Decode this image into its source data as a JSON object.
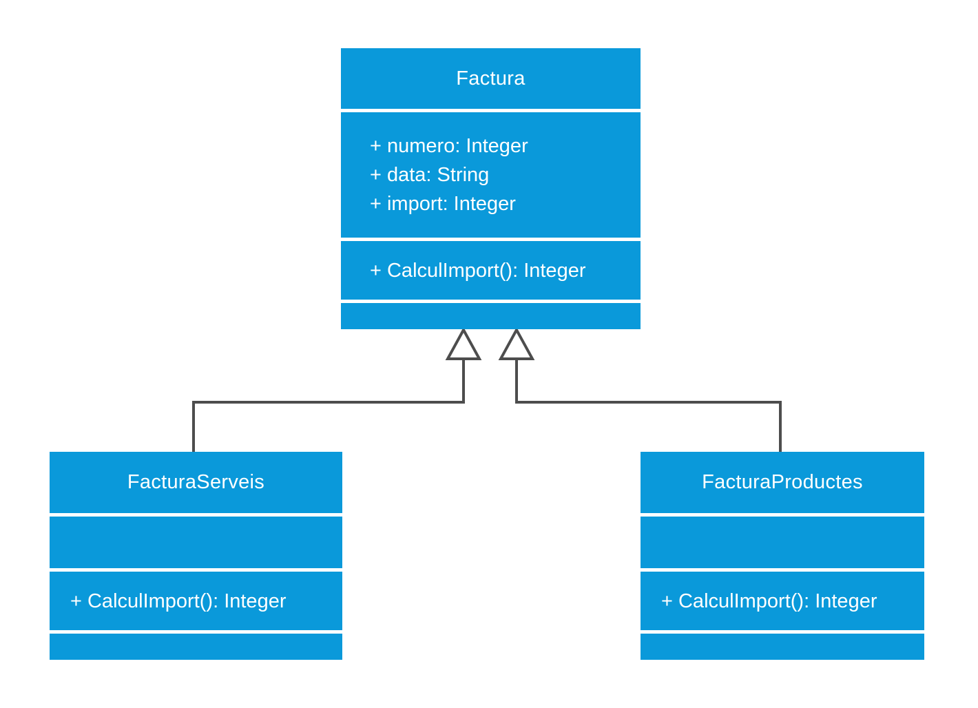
{
  "diagram": {
    "type": "uml-class-diagram",
    "colors": {
      "class_fill": "#0a99da",
      "class_text": "#ffffff",
      "connector": "#4d4d4d",
      "background": "#ffffff"
    },
    "classes": {
      "factura": {
        "name": "Factura",
        "attributes": [
          "+ numero: Integer",
          "+ data: String",
          "+ import: Integer"
        ],
        "methods": [
          "+ CalculImport(): Integer"
        ]
      },
      "factura_serveis": {
        "name": "FacturaServeis",
        "attributes": [],
        "methods": [
          "+ CalculImport(): Integer"
        ]
      },
      "factura_productes": {
        "name": "FacturaProductes",
        "attributes": [],
        "methods": [
          "+ CalculImport(): Integer"
        ]
      }
    },
    "relations": [
      {
        "type": "generalization",
        "from": "FacturaServeis",
        "to": "Factura"
      },
      {
        "type": "generalization",
        "from": "FacturaProductes",
        "to": "Factura"
      }
    ]
  }
}
